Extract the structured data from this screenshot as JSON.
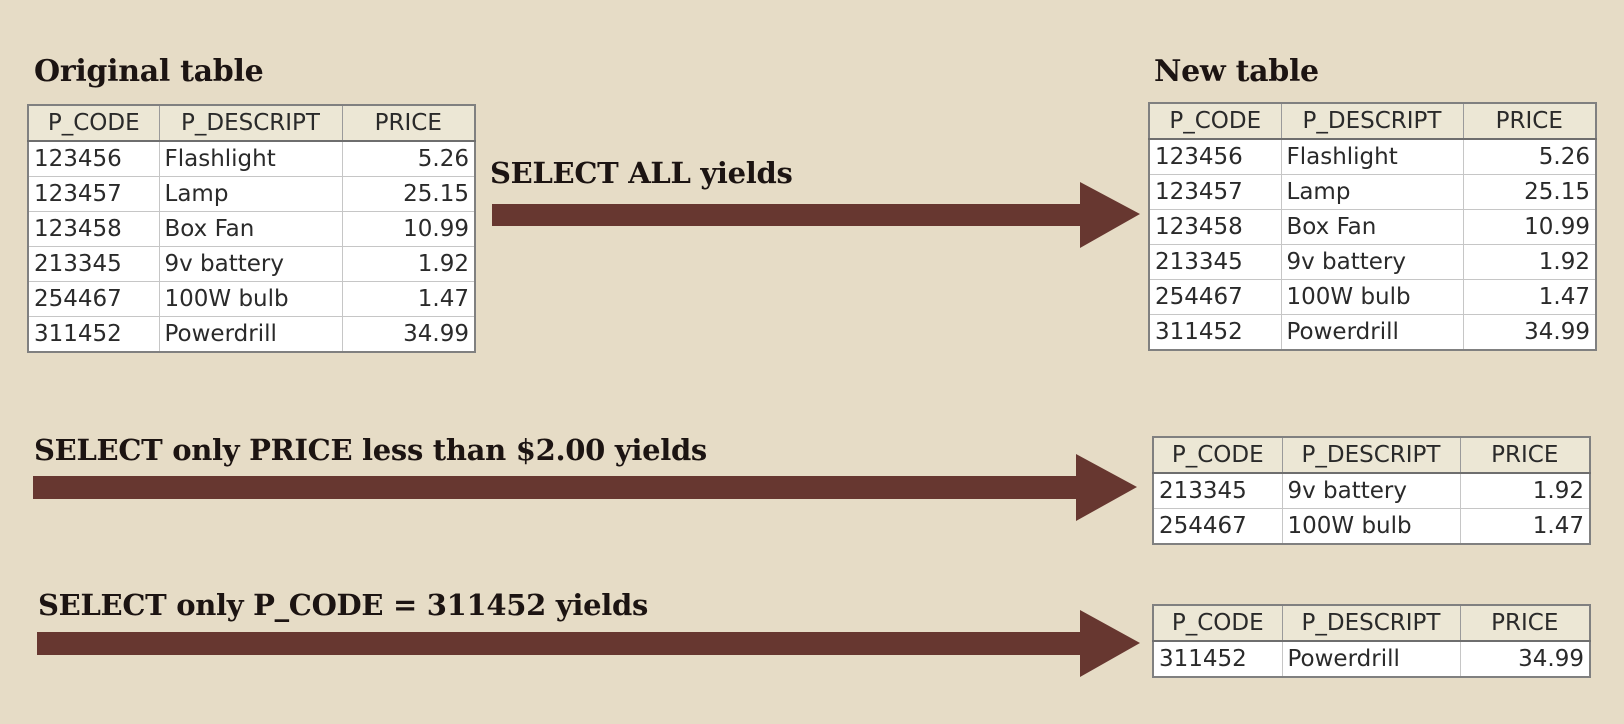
{
  "headings": {
    "original": "Original table",
    "new": "New table"
  },
  "columns": [
    "P_CODE",
    "P_DESCRIPT",
    "PRICE"
  ],
  "original_table": {
    "rows": [
      [
        "123456",
        "Flashlight",
        "5.26"
      ],
      [
        "123457",
        "Lamp",
        "25.15"
      ],
      [
        "123458",
        "Box Fan",
        "10.99"
      ],
      [
        "213345",
        "9v battery",
        "1.92"
      ],
      [
        "254467",
        "100W bulb",
        "1.47"
      ],
      [
        "311452",
        "Powerdrill",
        "34.99"
      ]
    ]
  },
  "operations": [
    {
      "label": "SELECT ALL yields",
      "result_rows": [
        [
          "123456",
          "Flashlight",
          "5.26"
        ],
        [
          "123457",
          "Lamp",
          "25.15"
        ],
        [
          "123458",
          "Box Fan",
          "10.99"
        ],
        [
          "213345",
          "9v battery",
          "1.92"
        ],
        [
          "254467",
          "100W bulb",
          "1.47"
        ],
        [
          "311452",
          "Powerdrill",
          "34.99"
        ]
      ]
    },
    {
      "label": "SELECT only PRICE less than $2.00 yields",
      "result_rows": [
        [
          "213345",
          "9v battery",
          "1.92"
        ],
        [
          "254467",
          "100W bulb",
          "1.47"
        ]
      ]
    },
    {
      "label": "SELECT only P_CODE = 311452 yields",
      "result_rows": [
        [
          "311452",
          "Powerdrill",
          "34.99"
        ]
      ]
    }
  ],
  "colors": {
    "background": "#e6dcc6",
    "arrow": "#673730",
    "header_fill": "#ece7d5"
  }
}
